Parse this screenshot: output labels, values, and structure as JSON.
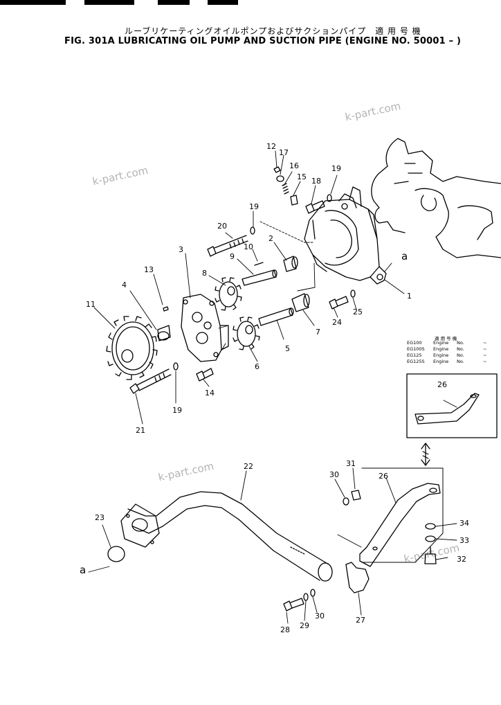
{
  "title": {
    "japanese": "ルーブリケーティングオイルポンプおよびサクションパイプ　適 用 号 機",
    "english": "FIG. 301A  LUBRICATING OIL PUMP AND SUCTION PIPE (ENGINE NO. 50001 – )"
  },
  "watermarks": [
    "k-part.com",
    "k-part.com",
    "k-part.com",
    "k-part.com"
  ],
  "parts": [
    "1",
    "2",
    "3",
    "4",
    "5",
    "6",
    "7",
    "8",
    "9",
    "10",
    "11",
    "12",
    "13",
    "14",
    "15",
    "16",
    "17",
    "18",
    "19",
    "19",
    "19",
    "20",
    "21",
    "22",
    "23",
    "24",
    "25",
    "26",
    "26",
    "27",
    "28",
    "29",
    "30",
    "30",
    "31",
    "32",
    "33",
    "34"
  ],
  "refs": [
    "a",
    "a"
  ],
  "applicability": {
    "header": "適 用 号 機",
    "rows": [
      {
        "model": "EG100",
        "engine": "Engine",
        "no": "No.",
        "range": "~"
      },
      {
        "model": "EG100S",
        "engine": "Engine",
        "no": "No.",
        "range": "~"
      },
      {
        "model": "EG125",
        "engine": "Engine",
        "no": "No.",
        "range": "~"
      },
      {
        "model": "EG125S",
        "engine": "Engine",
        "no": "No.",
        "range": "~"
      }
    ]
  }
}
